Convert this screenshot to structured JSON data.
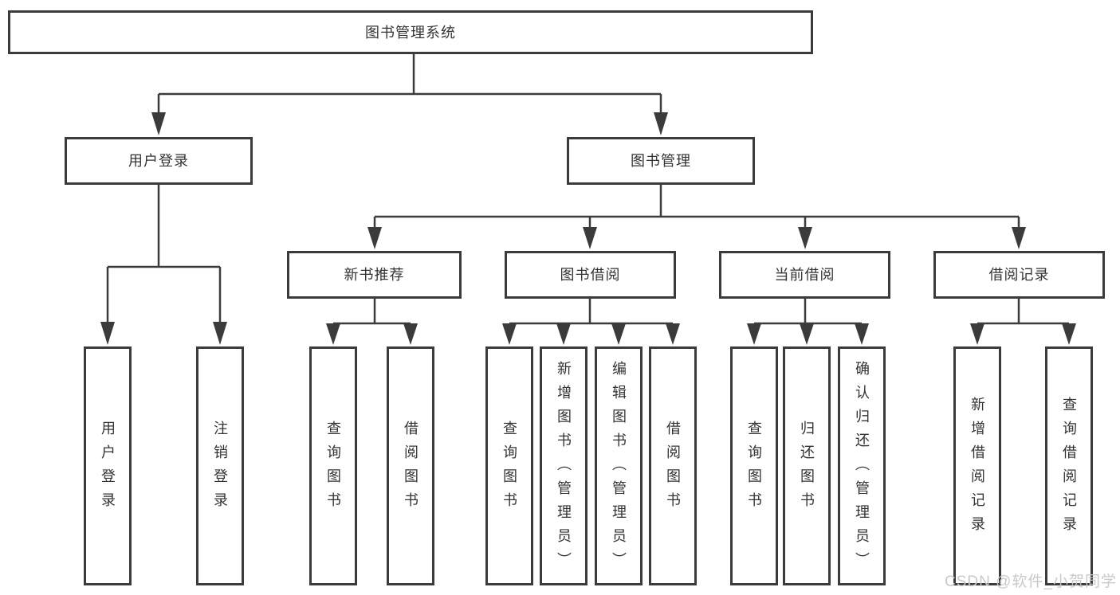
{
  "diagram": {
    "root": {
      "label": "图书管理系统"
    },
    "branches": [
      {
        "label": "用户登录",
        "children": [
          {
            "label": "用户登录"
          },
          {
            "label": "注销登录"
          }
        ]
      },
      {
        "label": "图书管理",
        "children": [
          {
            "label": "新书推荐",
            "children": [
              {
                "label": "查询图书"
              },
              {
                "label": "借阅图书"
              }
            ]
          },
          {
            "label": "图书借阅",
            "children": [
              {
                "label": "查询图书"
              },
              {
                "label": "新增图书（管理员）"
              },
              {
                "label": "编辑图书（管理员）"
              },
              {
                "label": "借阅图书"
              }
            ]
          },
          {
            "label": "当前借阅",
            "children": [
              {
                "label": "查询图书"
              },
              {
                "label": "归还图书"
              },
              {
                "label": "确认归还（管理员）"
              }
            ]
          },
          {
            "label": "借阅记录",
            "children": [
              {
                "label": "新增借阅记录"
              },
              {
                "label": "查询借阅记录"
              }
            ]
          }
        ]
      }
    ]
  },
  "watermark": {
    "text": "CSDN @软件_小贺同学"
  },
  "colors": {
    "line": "#3b3b3b",
    "box_border": "#3b3b3b",
    "text": "#333333",
    "background": "#ffffff",
    "watermark_text": "#c9c9c9"
  }
}
